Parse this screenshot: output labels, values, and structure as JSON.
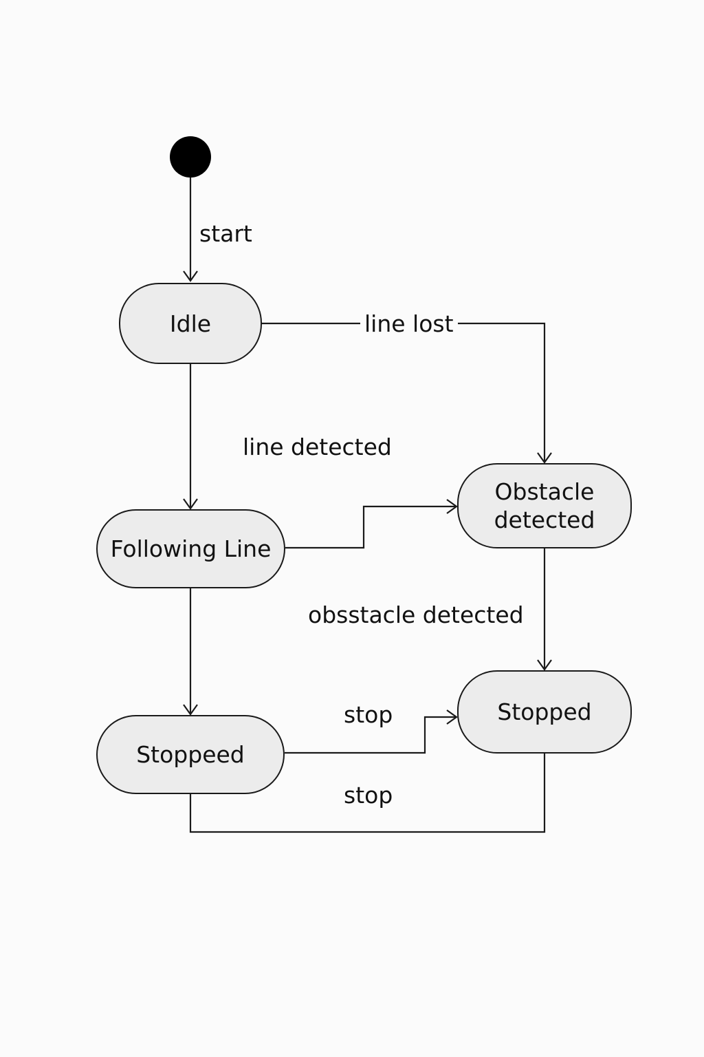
{
  "diagram": {
    "states": {
      "idle": "Idle",
      "following_line": "Following Line",
      "obstacle_detected": "Obstacle\ndetected",
      "stoppeed": "Stoppeed",
      "stopped": "Stopped"
    },
    "transitions": {
      "start": "start",
      "line_lost": "line lost",
      "line_detected": "line detected",
      "obstacle_detected": "obsstacle detected",
      "stop_upper": "stop",
      "stop_lower": "stop"
    },
    "colors": {
      "stroke": "#1a1a1a",
      "state_fill": "#ececec",
      "background": "#fbfbfb"
    }
  }
}
